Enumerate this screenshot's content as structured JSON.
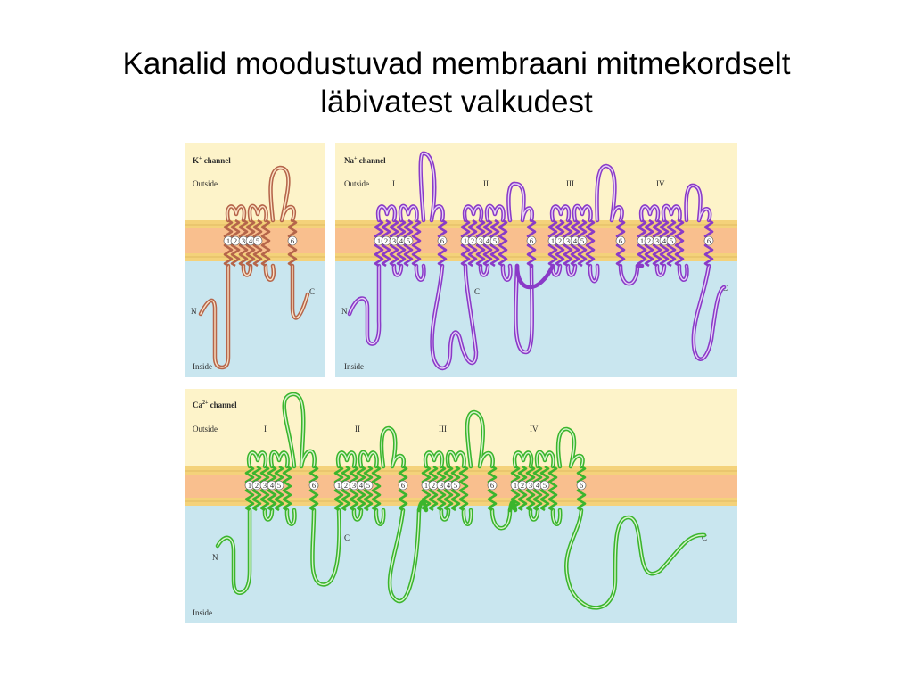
{
  "title": {
    "line1": "Kanalid moodustuvad membraani mitmekordselt",
    "line2": "läbivatest valkudest"
  },
  "labels": {
    "outside": "Outside",
    "inside": "Inside",
    "n": "N",
    "c": "C"
  },
  "segment_numbers": [
    "1",
    "2",
    "3",
    "4",
    "5",
    "6"
  ],
  "panels": {
    "k": {
      "title": "K",
      "title_sup": "+",
      "title_rest": " channel",
      "color": "#b5654a"
    },
    "na": {
      "title": "Na",
      "title_sup": "+",
      "title_rest": " channel",
      "color": "#8a3ac8",
      "domains": [
        "I",
        "II",
        "III",
        "IV"
      ]
    },
    "ca": {
      "title": "Ca",
      "title_sup": "2+",
      "title_rest": " channel",
      "color": "#3bb52d",
      "domains": [
        "I",
        "II",
        "III",
        "IV"
      ]
    }
  },
  "colors": {
    "outside": "#fdf3c9",
    "inside": "#c9e6ef",
    "membrane": "#f9bf8e",
    "leaflet": "#f4d27a",
    "circle_fill": "#ffffff"
  }
}
